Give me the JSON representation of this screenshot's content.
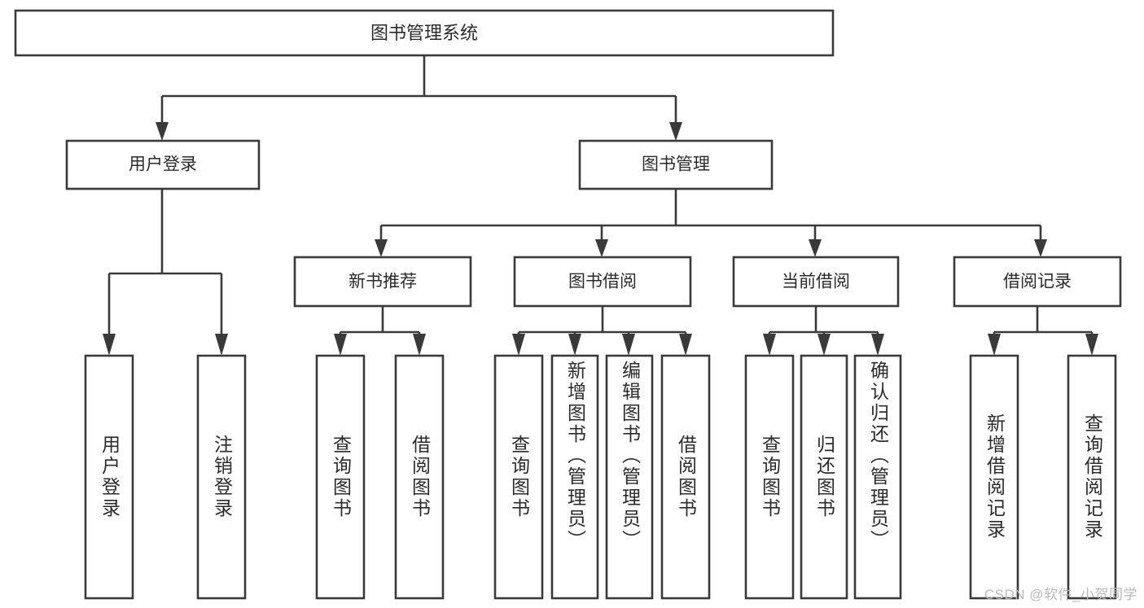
{
  "diagram": {
    "title": "图书管理系统",
    "type": "tree-hierarchy",
    "watermark": "CSDN @软件_小贺同学",
    "root": {
      "id": "root",
      "label": "图书管理系统"
    },
    "level2": [
      {
        "id": "user-login",
        "label": "用户登录"
      },
      {
        "id": "book-manage",
        "label": "图书管理"
      }
    ],
    "level3": [
      {
        "id": "new-book-recommend",
        "label": "新书推荐"
      },
      {
        "id": "book-borrow",
        "label": "图书借阅"
      },
      {
        "id": "current-borrow",
        "label": "当前借阅"
      },
      {
        "id": "borrow-record",
        "label": "借阅记录"
      }
    ],
    "leaves": {
      "user_login": [
        {
          "id": "leaf-user-login",
          "label": "用户登录"
        },
        {
          "id": "leaf-logout-login",
          "label": "注销登录"
        }
      ],
      "new_book_recommend": [
        {
          "id": "leaf-query-book-1",
          "label": "查询图书"
        },
        {
          "id": "leaf-borrow-book-1",
          "label": "借阅图书"
        }
      ],
      "book_borrow": [
        {
          "id": "leaf-query-book-2",
          "label": "查询图书"
        },
        {
          "id": "leaf-add-book-admin",
          "label": "新增图书（管理员）"
        },
        {
          "id": "leaf-edit-book-admin",
          "label": "编辑图书（管理员）"
        },
        {
          "id": "leaf-borrow-book-2",
          "label": "借阅图书"
        }
      ],
      "current_borrow": [
        {
          "id": "leaf-query-book-3",
          "label": "查询图书"
        },
        {
          "id": "leaf-return-book",
          "label": "归还图书"
        },
        {
          "id": "leaf-confirm-return-admin",
          "label": "确认归还（管理员）"
        }
      ],
      "borrow_record": [
        {
          "id": "leaf-add-borrow-record",
          "label": "新增借阅记录"
        },
        {
          "id": "leaf-query-borrow-record",
          "label": "查询借阅记录"
        }
      ]
    },
    "colors": {
      "stroke": "#3a3a3a",
      "fill": "#ffffff",
      "text": "#2b2b2b",
      "watermark": "#b9b9b9",
      "background": "#ffffff"
    }
  }
}
